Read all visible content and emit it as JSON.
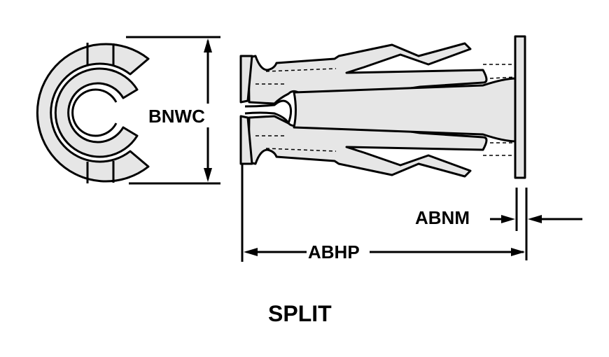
{
  "labels": {
    "bnwc": "BNWC",
    "abnm": "ABNM",
    "abhp": "ABHP",
    "caption": "SPLIT"
  },
  "colors": {
    "ink": "#000000",
    "fill": "#e6e6e6",
    "background": "#ffffff"
  }
}
